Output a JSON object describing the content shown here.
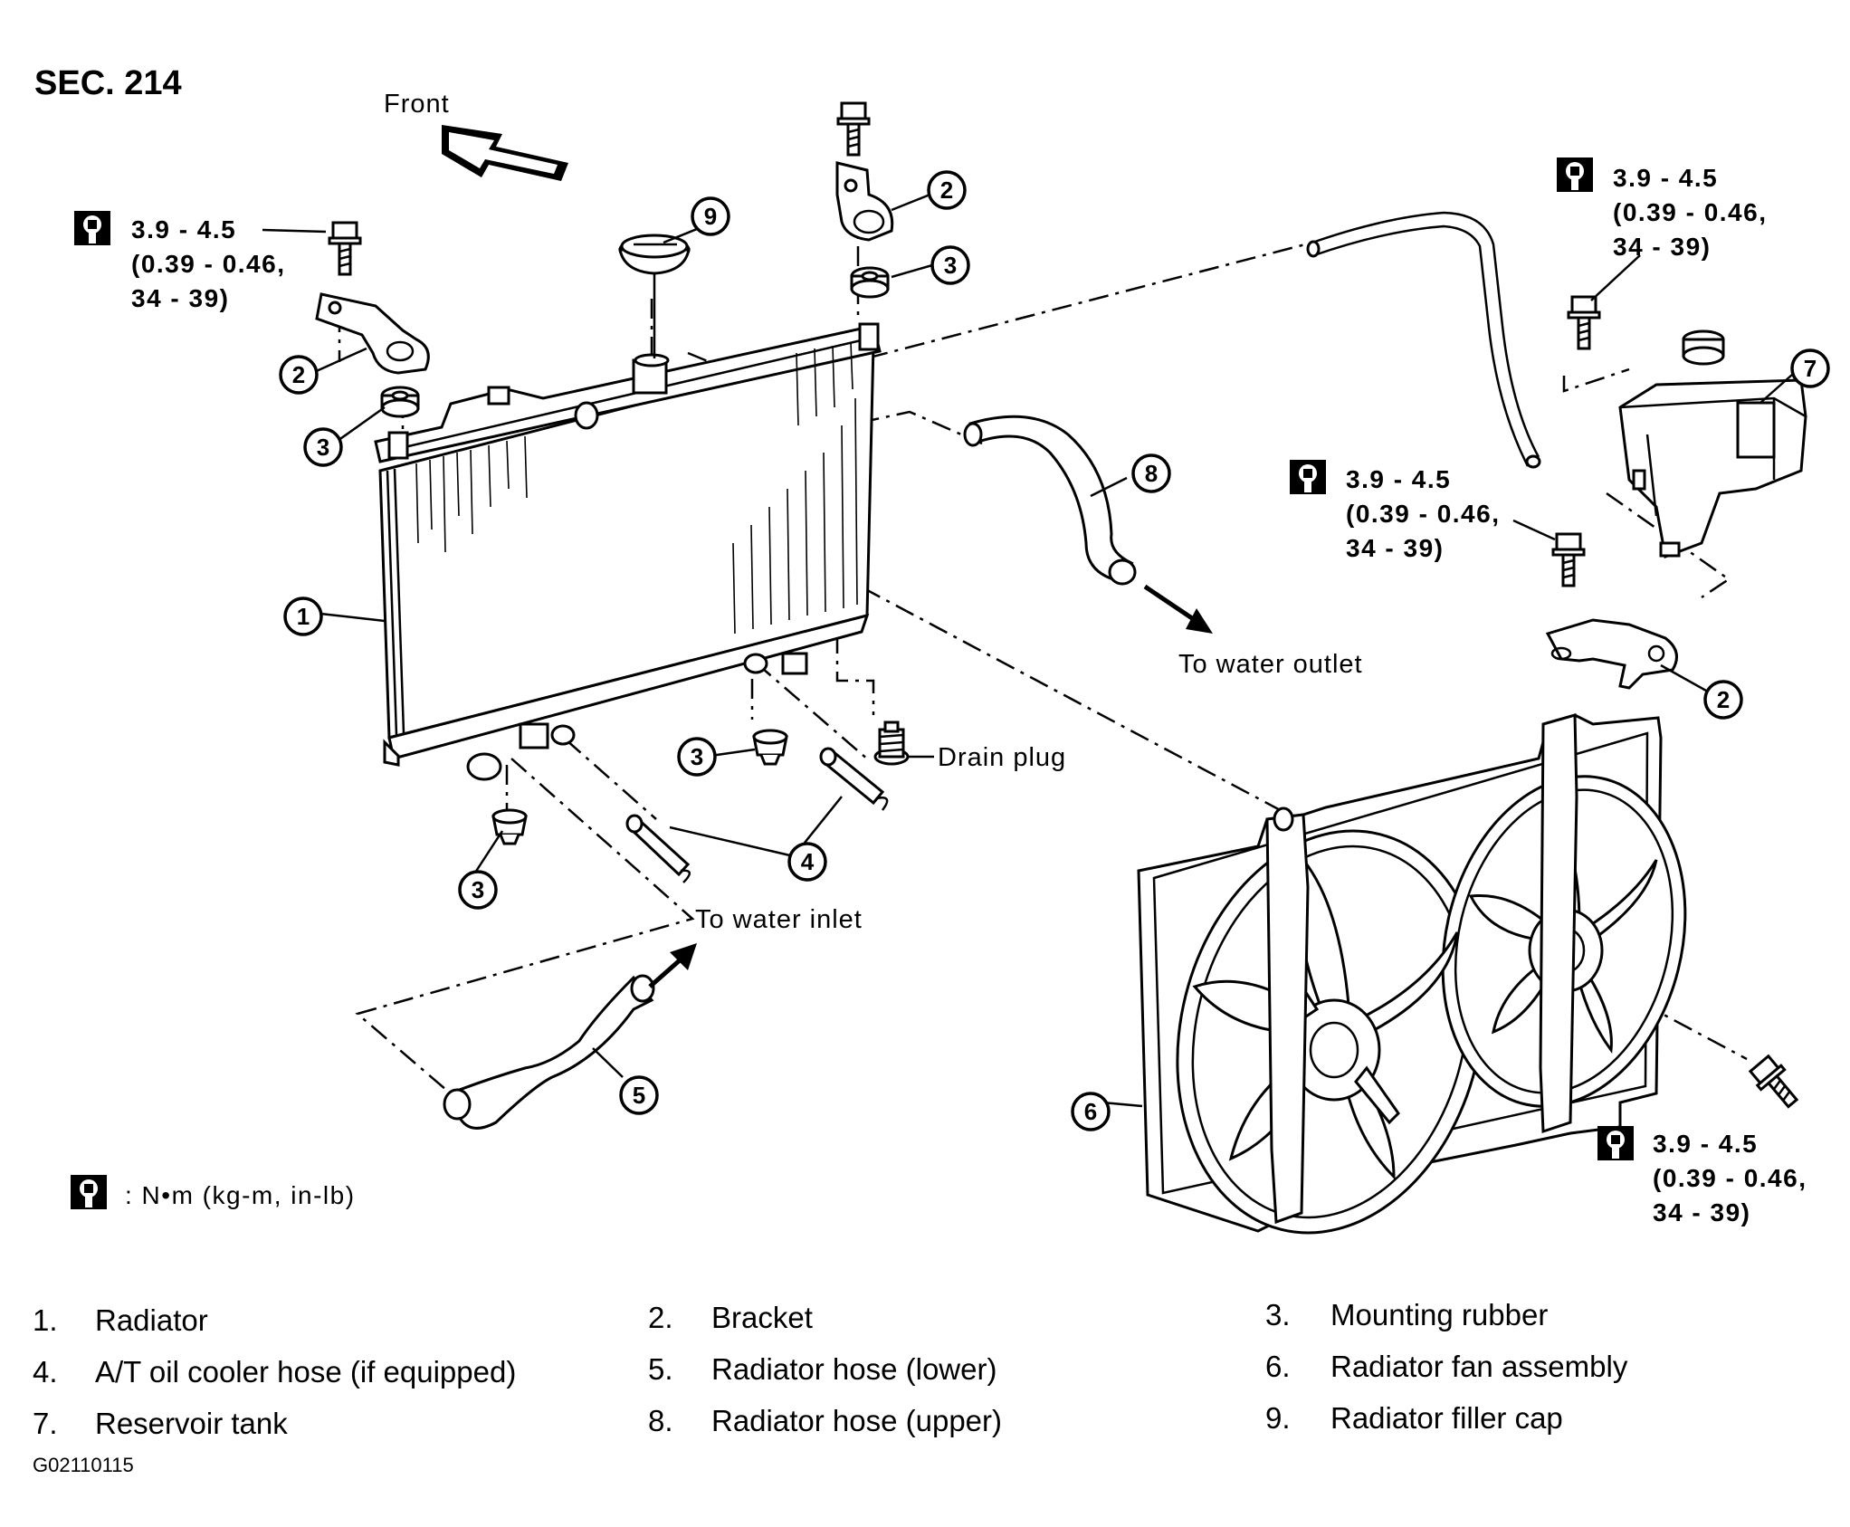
{
  "section_label": "SEC. 214",
  "direction_label": "Front",
  "torque_spec": {
    "value": "3.9 - 4.5",
    "alt_line": "(0.39 - 0.46,",
    "inlb_line": "34 - 39)"
  },
  "torque_units_note": ": N•m (kg-m, in-lb)",
  "flow_labels": {
    "water_outlet": "To water outlet",
    "water_inlet": "To water inlet",
    "drain_plug": "Drain plug"
  },
  "callout_numbers": {
    "n1": "1",
    "n2": "2",
    "n3": "3",
    "n4": "4",
    "n5": "5",
    "n6": "6",
    "n7": "7",
    "n8": "8",
    "n9": "9"
  },
  "legend": [
    {
      "num": "1.",
      "label": "Radiator"
    },
    {
      "num": "2.",
      "label": "Bracket"
    },
    {
      "num": "3.",
      "label": "Mounting rubber"
    },
    {
      "num": "4.",
      "label": "A/T oil cooler hose (if equipped)"
    },
    {
      "num": "5.",
      "label": "Radiator hose (lower)"
    },
    {
      "num": "6.",
      "label": "Radiator fan assembly"
    },
    {
      "num": "7.",
      "label": "Reservoir tank"
    },
    {
      "num": "8.",
      "label": "Radiator hose (upper)"
    },
    {
      "num": "9.",
      "label": "Radiator filler cap"
    }
  ],
  "figure_id": "G02110115"
}
